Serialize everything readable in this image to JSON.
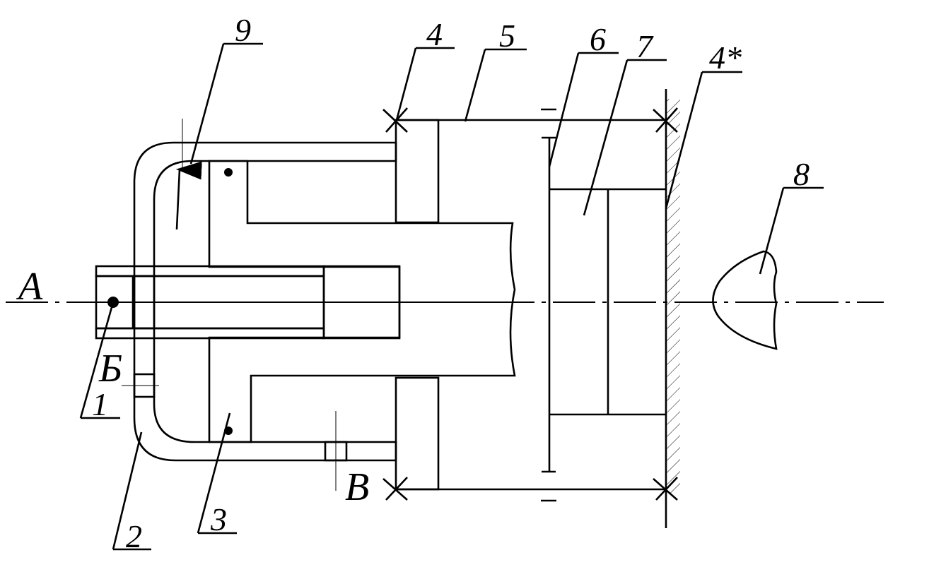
{
  "figure": {
    "axis_labels": {
      "a": "А",
      "b": "Б",
      "v": "В"
    },
    "callouts": [
      "1",
      "2",
      "3",
      "4",
      "5",
      "6",
      "7",
      "8",
      "9"
    ],
    "callout_4_star": "4*",
    "colors": {
      "ink": "#000000",
      "paper": "#ffffff"
    }
  }
}
